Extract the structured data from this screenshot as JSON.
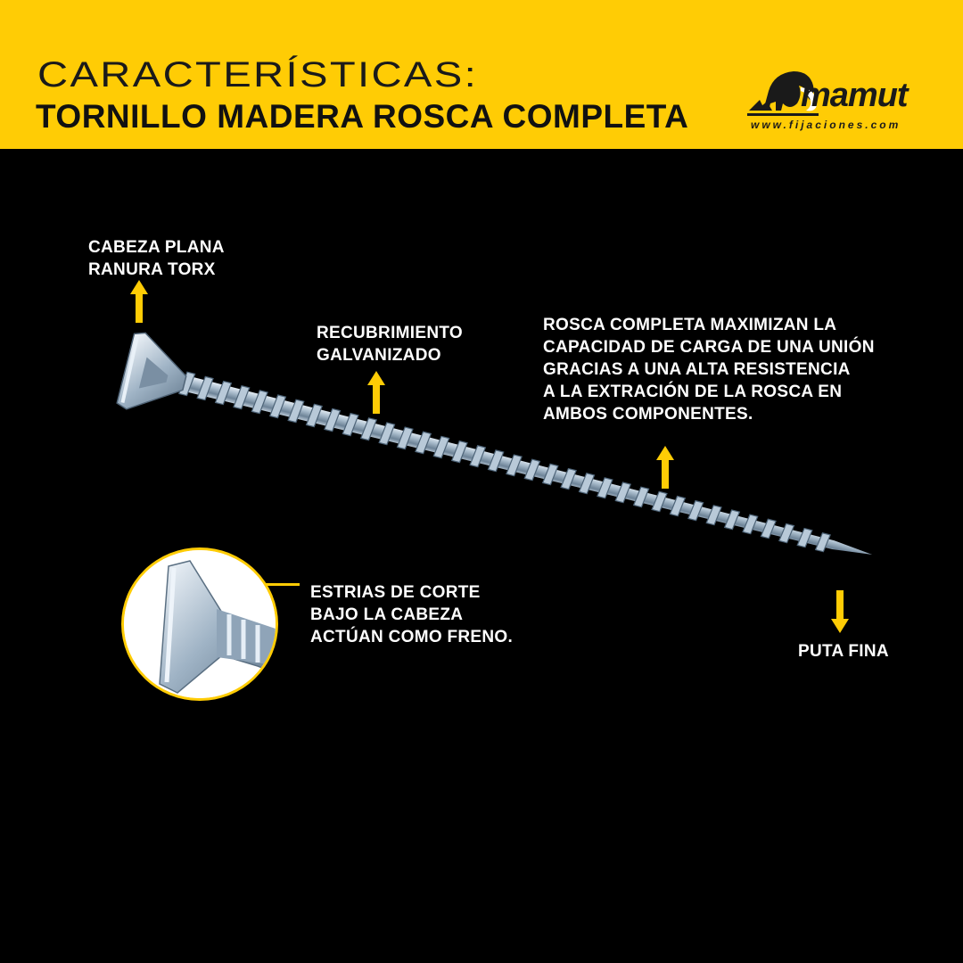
{
  "header": {
    "title_line1": "CARACTERÍSTICAS:",
    "title_line2": "TORNILLO MADERA ROSCA COMPLETA",
    "background": "#ffcc05"
  },
  "logo": {
    "brand": "mamut",
    "url": "www.fijaciones.com",
    "icon": "mammoth-icon"
  },
  "labels": {
    "head": [
      "CABEZA PLANA",
      "RANURA TORX"
    ],
    "coating": [
      "RECUBRIMIENTO",
      "GALVANIZADO"
    ],
    "thread": [
      "ROSCA COMPLETA MAXIMIZAN LA",
      "CAPACIDAD DE CARGA DE UNA UNIÓN",
      "GRACIAS A UNA ALTA RESISTENCIA",
      "A LA EXTRACIÓN DE LA ROSCA EN",
      "AMBOS COMPONENTES."
    ],
    "ribs": [
      "ESTRIAS DE CORTE",
      "BAJO LA CABEZA",
      "ACTÚAN COMO FRENO."
    ],
    "tip": [
      "PUTA FINA"
    ]
  },
  "colors": {
    "accent": "#ffcc05",
    "background": "#000000",
    "text": "#ffffff"
  }
}
